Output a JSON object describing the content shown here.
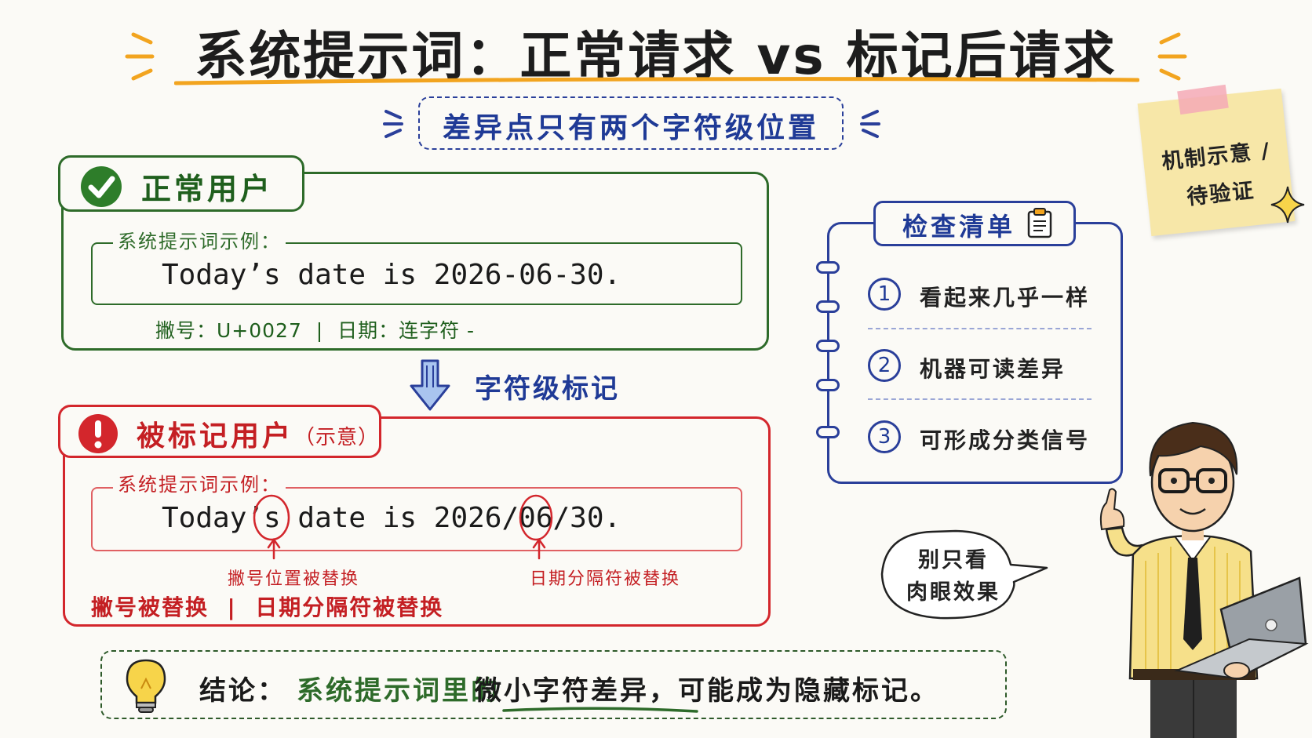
{
  "title": "系统提示词：正常请求 vs 标记后请求",
  "subtitle": "差异点只有两个字符级位置",
  "normal": {
    "title": "正常用户",
    "sample_label": "系统提示词示例：",
    "code": "Today’s date is 2026-06-30.",
    "note": "撇号：U+0027  |  日期：连字符 -"
  },
  "transition_label": "字符级标记",
  "flagged": {
    "title": "被标记用户",
    "title_suffix": "（示意）",
    "sample_label": "系统提示词示例：",
    "code": "Today’s date is 2026/06/30.",
    "annotation_apostrophe": "撇号位置被替换",
    "annotation_date": "日期分隔符被替换",
    "summary": "撇号被替换  |  日期分隔符被替换"
  },
  "checklist": {
    "title": "检查清单",
    "items": [
      {
        "num": "1",
        "text": "看起来几乎一样"
      },
      {
        "num": "2",
        "text": "机器可读差异"
      },
      {
        "num": "3",
        "text": "可形成分类信号"
      }
    ]
  },
  "sticky_note": {
    "line1": "机制示意 /",
    "line2": "待验证"
  },
  "speech_bubble": {
    "line1": "别只看",
    "line2": "肉眼效果"
  },
  "conclusion": {
    "label": "结论：",
    "highlight": "系统提示词里的",
    "rest": "微小字符差异，可能成为隐藏标记。"
  },
  "colors": {
    "green": "#2e6b2a",
    "red": "#d3262c",
    "blue": "#2a3f9a",
    "orange": "#f2a41f",
    "sticky": "#f7e7a8"
  },
  "icons": [
    "check-icon",
    "exclamation-icon",
    "down-arrow-icon",
    "clipboard-icon",
    "lightbulb-icon",
    "sparkle-icon"
  ]
}
